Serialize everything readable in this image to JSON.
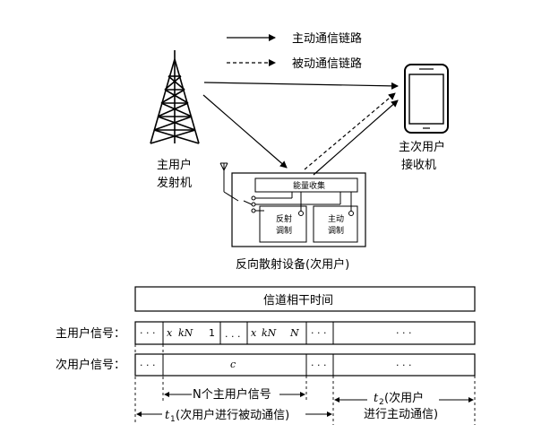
{
  "legend": {
    "active_link": "主动通信链路",
    "passive_link": "被动通信链路"
  },
  "primary_tx": {
    "line1": "主用户",
    "line2": "发射机"
  },
  "receiver": {
    "line1": "主次用户",
    "line2": "接收机"
  },
  "device": {
    "caption": "反向散射设备(次用户)",
    "energy": "能量收集",
    "reflect1": "反射",
    "reflect2": "调制",
    "active1": "主动",
    "active2": "调制"
  },
  "timeline": {
    "coherence": "信道相干时间",
    "primary_label": "主用户信号：",
    "secondary_label": "次用户信号：",
    "dots": "· · ·",
    "dots2": "· · ·",
    "dots3": "· · ·",
    "dots4": "· · ·",
    "dots5": "· · ·",
    "dots6": "· · ·",
    "dots7": "· · ·",
    "x1": "x",
    "kN1": "kN",
    "one": "1",
    "x2": "x",
    "kN2": "kN",
    "N": "N",
    "c": "c",
    "n_signals": "N个主用户信号",
    "t1_sym": "t",
    "t1_sub": "1",
    "t1_text": "(次用户进行被动通信)",
    "t2_sym": "t",
    "t2_sub": "2",
    "t2_text": "(次用户",
    "t2_text2": "进行主动通信)"
  }
}
